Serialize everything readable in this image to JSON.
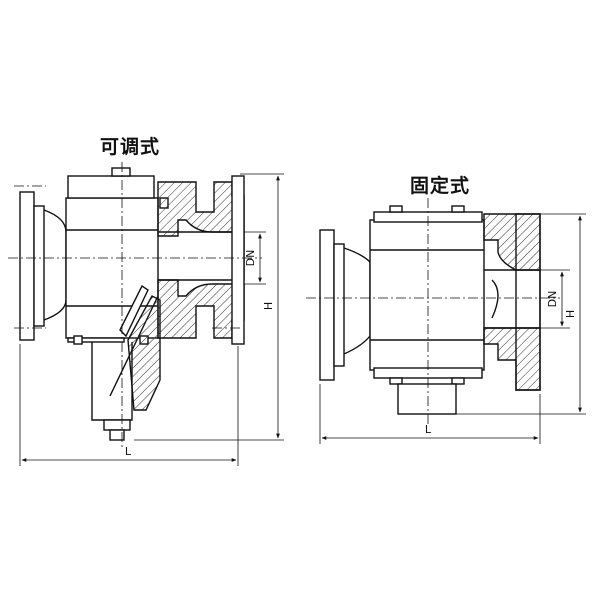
{
  "views": {
    "adjustable": {
      "title": "可调式",
      "dim_length": "L",
      "dim_height": "H",
      "dim_nominal": "DN"
    },
    "fixed": {
      "title": "固定式",
      "dim_length": "L",
      "dim_height": "H",
      "dim_nominal": "DN"
    }
  }
}
